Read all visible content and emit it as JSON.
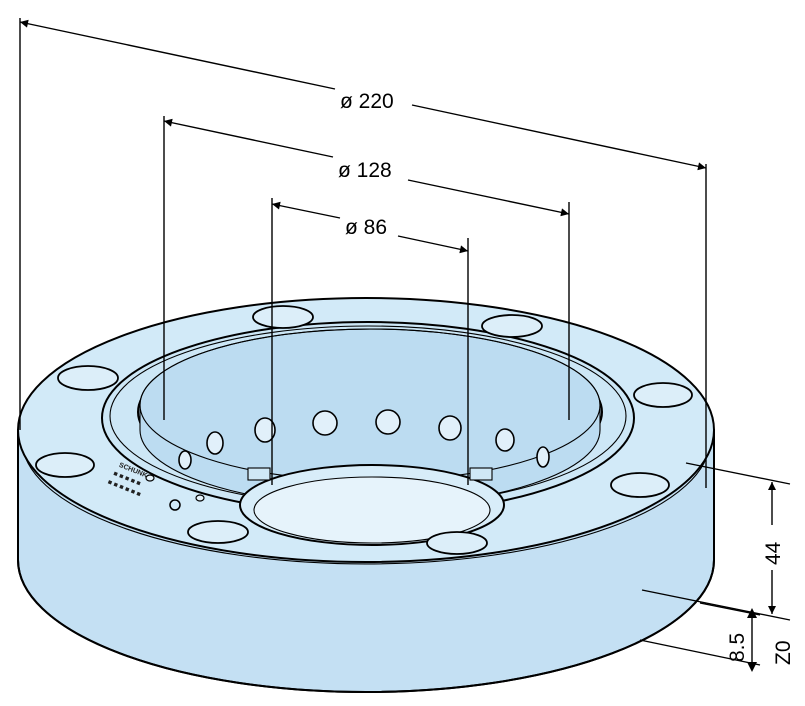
{
  "drawing": {
    "colors": {
      "body_fill": "#cfe8f6",
      "body_shade": "#c2dff2",
      "hole_fill": "#dfeffa",
      "line": "#000000",
      "background": "#ffffff"
    },
    "dimensions": {
      "outer_diameter": "ø 220",
      "bolt_circle": "ø 128",
      "inner_diameter": "ø 86",
      "height": "44",
      "offset": "8.5",
      "reference": "Z0"
    },
    "marking": {
      "brand": "SCHUNK",
      "line1": "■ ■ ■ ■ ■",
      "line2": "■ ■ ■ ■ ■ ■"
    }
  }
}
